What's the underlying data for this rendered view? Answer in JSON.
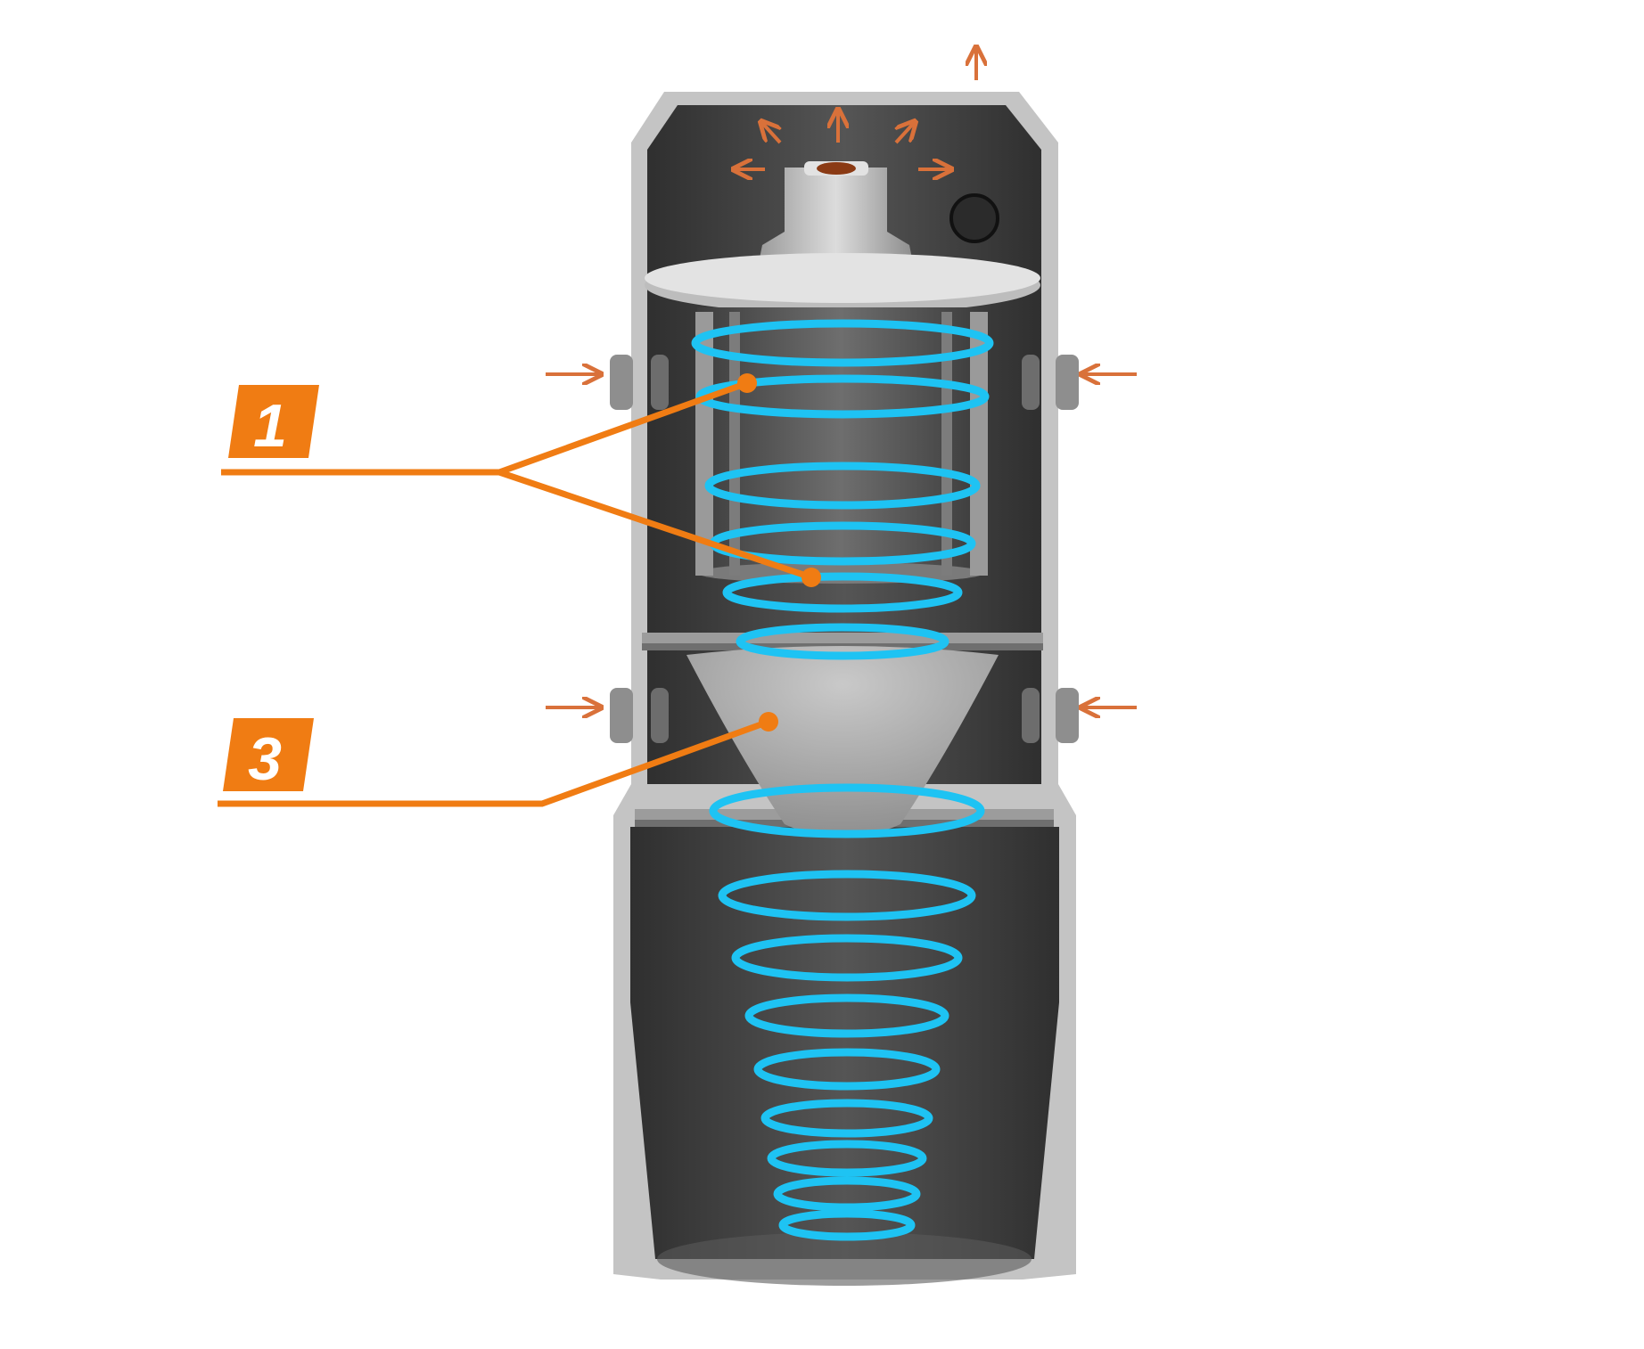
{
  "callouts": [
    {
      "number": "1"
    },
    {
      "number": "3"
    }
  ],
  "colors": {
    "accent": "#f07c13",
    "arrow": "#d9713a",
    "airflow": "#1ec3f3",
    "housing": "#c4c4c4",
    "interior": "#4a4a4a"
  },
  "icons": {
    "flow_arrow": "arrow-icon",
    "airflow": "spiral-airflow"
  }
}
